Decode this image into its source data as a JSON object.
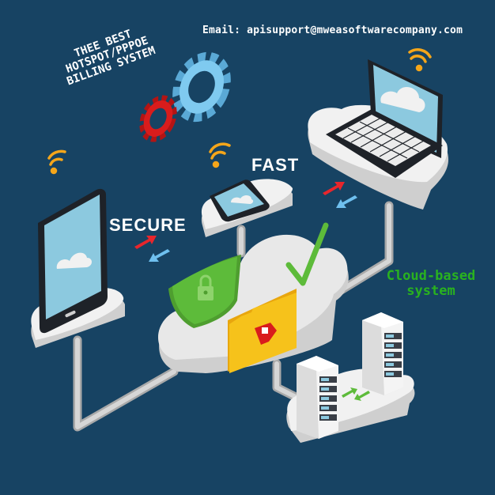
{
  "header": {
    "email_line": "Email: apisupport@mweasoftwarecompany.com"
  },
  "title": {
    "lines": [
      "THEE BEST",
      "HOTSPOT/PPPOE",
      "BILLING SYSTEM"
    ]
  },
  "labels": {
    "fast": "FAST",
    "secure": "SECURE",
    "cloud_line1": "Cloud-based",
    "cloud_line2": "system"
  },
  "illustration": {
    "background_color": "#174363",
    "devices": [
      "tablet",
      "smartphone",
      "laptop",
      "server-racks"
    ],
    "icons": [
      "wifi-icon",
      "gear-icon-blue",
      "gear-icon-red",
      "shield-lock-icon",
      "folder-lock-icon",
      "checkmark-icon",
      "sync-arrows-icon"
    ],
    "colors": {
      "cloud": "#f1f1f1",
      "cloud_shade": "#cfcfcf",
      "screen": "#8cc9df",
      "device_body": "#1e2228",
      "wifi": "#f5a61a",
      "gear_blue": "#7fcaf0",
      "gear_red": "#d91c1c",
      "shield_green": "#5dbb3a",
      "folder_yellow": "#f6c21b",
      "arrow_red": "#e8262c",
      "arrow_blue": "#6fc0ef",
      "arrow_green": "#5dbb3a",
      "label_green": "#29b21f"
    }
  }
}
